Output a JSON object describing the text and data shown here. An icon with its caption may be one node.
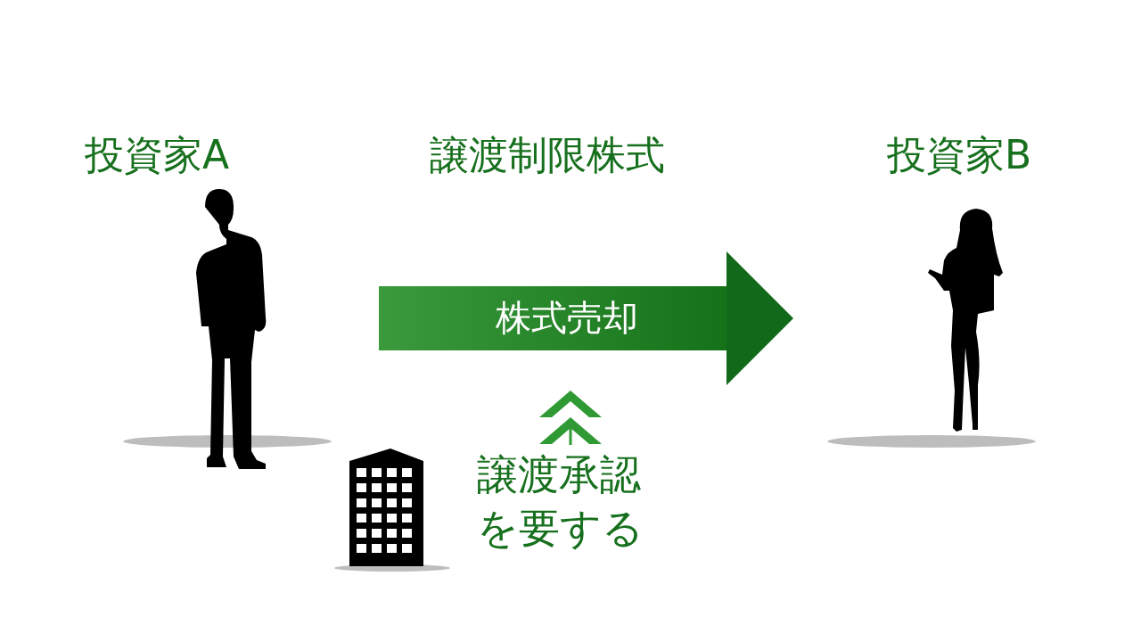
{
  "diagram": {
    "title": "譲渡制限株式",
    "nodes": [
      {
        "text": [
          "投資家A"
        ]
      },
      {
        "text": [
          "投資家B"
        ]
      },
      {
        "text": [
          "譲渡承認を要する"
        ]
      }
    ],
    "edges": [
      {
        "from": 0,
        "to": 1,
        "arrow": "to",
        "label": "株式売却",
        "style": "thick"
      },
      {
        "from": 2,
        "to": null,
        "arrow": "to"
      }
    ]
  }
}
